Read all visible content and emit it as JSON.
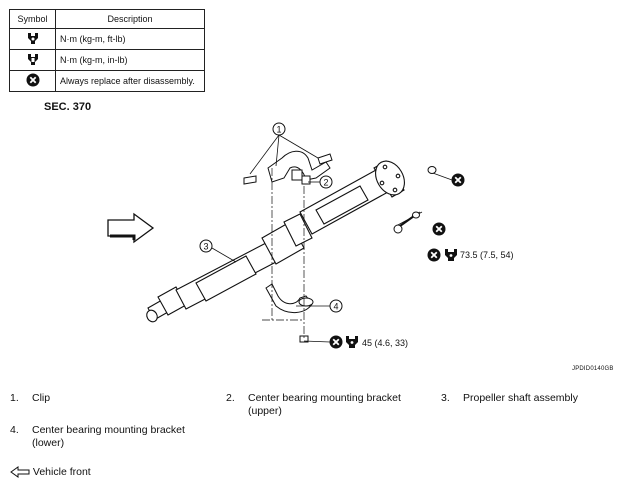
{
  "legend": {
    "header_symbol": "Symbol",
    "header_description": "Description",
    "rows": [
      {
        "icon": "torque-wrench-icon",
        "text": "N·m (kg-m, ft-lb)"
      },
      {
        "icon": "torque-wrench-small-icon",
        "text": "N·m (kg-m, in-lb)"
      },
      {
        "icon": "replace-x-icon",
        "text": "Always replace after disassembly."
      }
    ]
  },
  "section": "SEC. 370",
  "callouts": {
    "c1": "1",
    "c2": "2",
    "c3": "3",
    "c4": "4"
  },
  "torques": {
    "upper": "73.5 (7.5, 54)",
    "lower": "45 (4.6, 33)"
  },
  "figure_code": "JPDID0140GB",
  "items": [
    {
      "num": "1.",
      "text": "Clip"
    },
    {
      "num": "2.",
      "text": "Center bearing mounting bracket (upper)"
    },
    {
      "num": "3.",
      "text": "Propeller shaft assembly"
    },
    {
      "num": "4.",
      "text": "Center bearing mounting bracket (lower)"
    }
  ],
  "vehicle_front": "Vehicle front"
}
